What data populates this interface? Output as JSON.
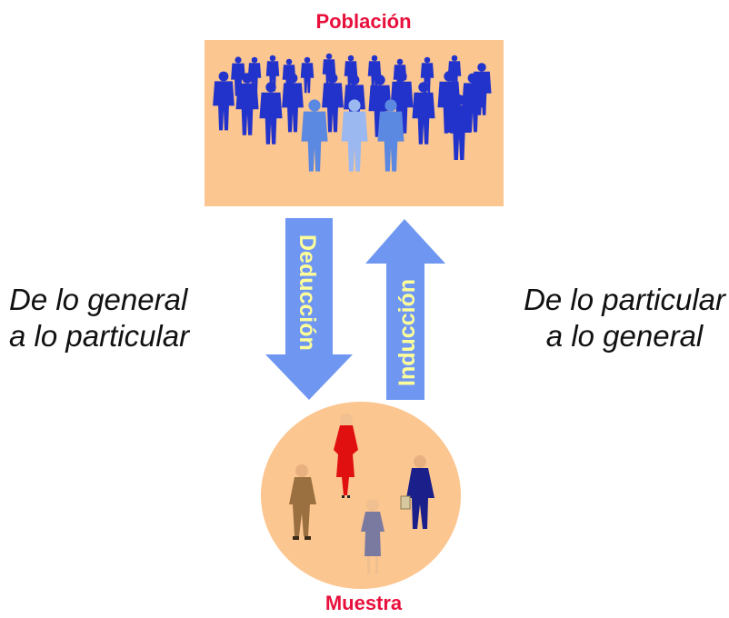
{
  "population_title": "Población",
  "sample_title": "Muestra",
  "left_text": [
    "De lo general",
    "a lo particular"
  ],
  "right_text": [
    "De lo particular",
    "a lo general"
  ],
  "arrow_down_label": "Deducción",
  "arrow_up_label": "Inducción",
  "colors": {
    "title_red": "#e8103c",
    "box_fill": "#fcc690",
    "arrow_blue": "#6f97f2",
    "arrow_text": "#ffff99",
    "crowd_dark": "#2233cc",
    "crowd_light": "#5b88e0"
  }
}
